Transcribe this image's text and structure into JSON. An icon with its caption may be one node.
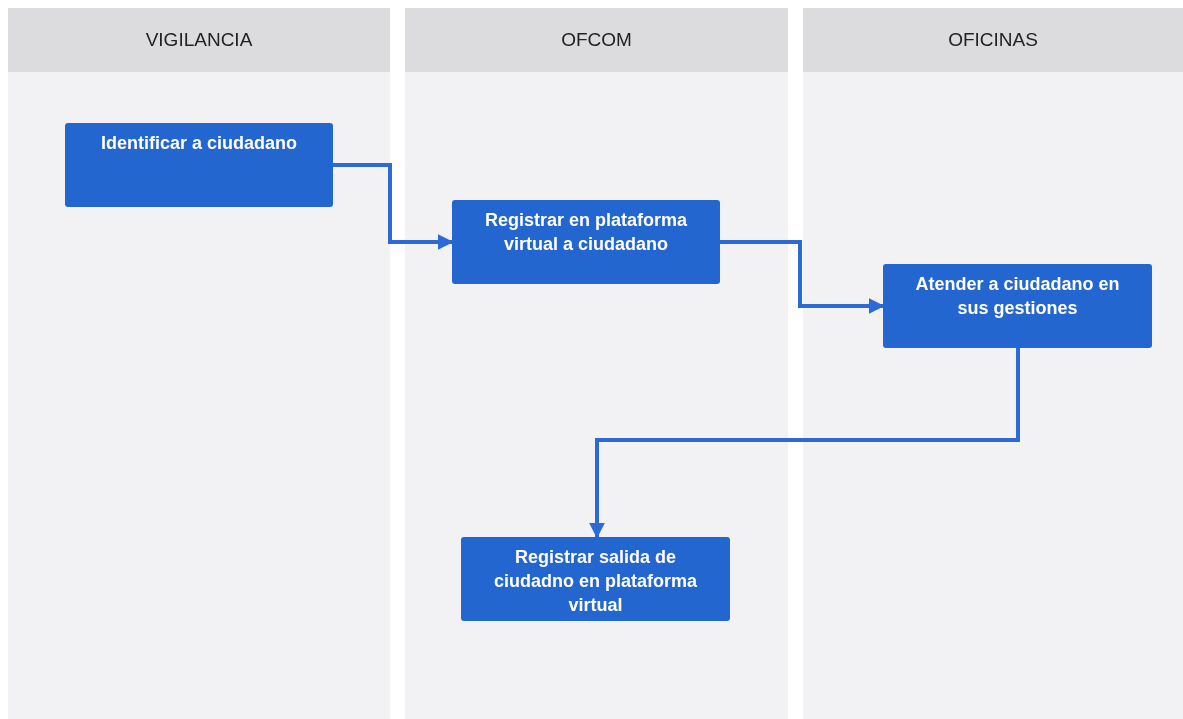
{
  "diagram": {
    "nodes": [
      {
        "text": [
          "VIGILANCIA"
        ]
      },
      {
        "text": [
          "OFCOM"
        ]
      },
      {
        "text": [
          "OFICINAS"
        ]
      },
      {
        "text": [
          "Identificar a ciudadano"
        ],
        "in": 0
      },
      {
        "text": [
          "Registrar en plataforma virtual a ciudadano"
        ],
        "in": 1
      },
      {
        "text": [
          "Atender a ciudadano en sus gestiones"
        ],
        "in": 2
      },
      {
        "text": [
          "Registrar salida de ciudadno en plataforma virtual"
        ],
        "in": 1
      }
    ],
    "edges": [
      {
        "from": 3,
        "to": 4,
        "arrow": "to"
      },
      {
        "from": 4,
        "to": 5,
        "arrow": "to"
      },
      {
        "from": 5,
        "to": 6,
        "arrow": "to"
      }
    ]
  }
}
